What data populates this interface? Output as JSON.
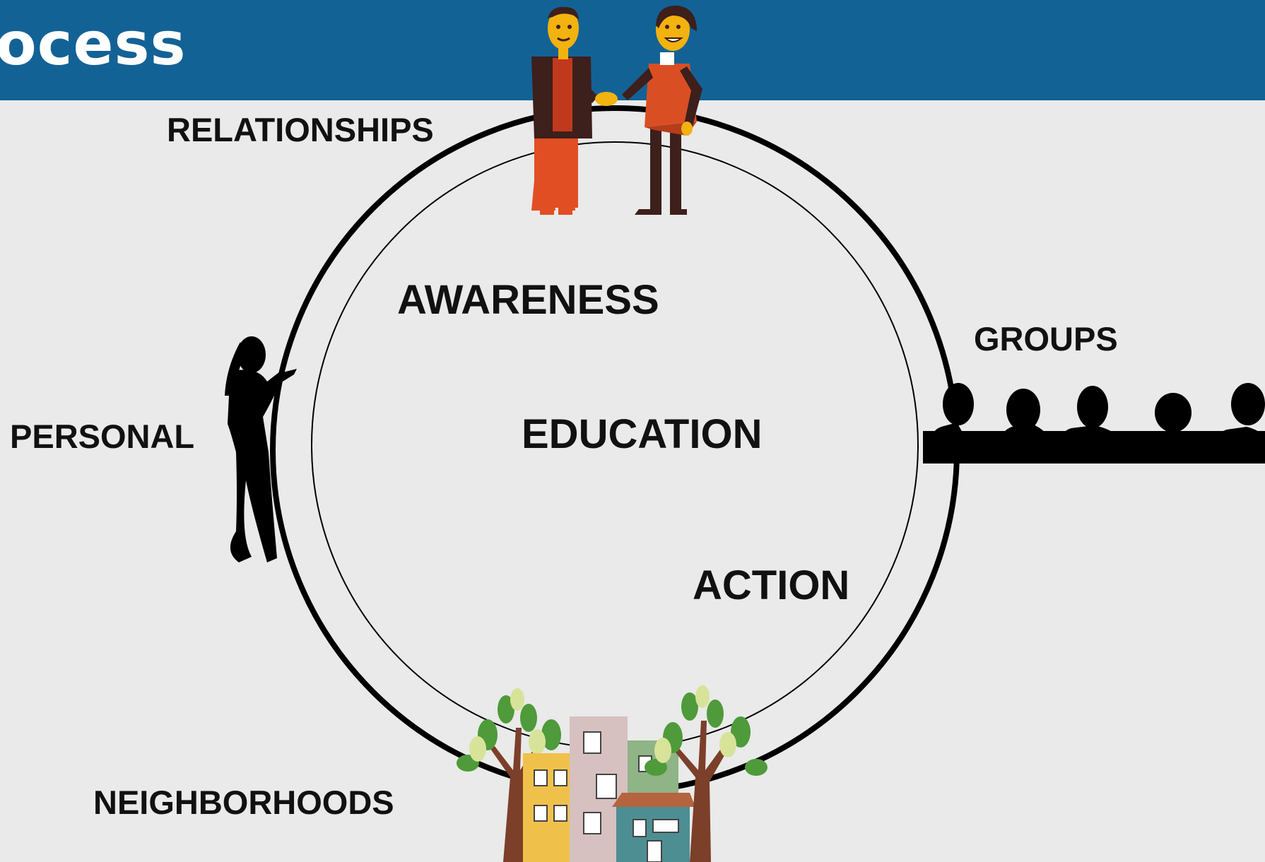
{
  "header": {
    "title": "ocess"
  },
  "diagram": {
    "outer_labels": {
      "relationships": "RELATIONSHIPS",
      "groups": "GROUPS",
      "personal": "PERSONAL",
      "neighborhoods": "NEIGHBORHOODS"
    },
    "inner_labels": {
      "awareness": "AWARENESS",
      "education": "EDUCATION",
      "action": "ACTION"
    },
    "illustrations": [
      "handshake-people-icon",
      "audience-silhouettes-icon",
      "woman-silhouette-icon",
      "houses-trees-icon"
    ]
  },
  "colors": {
    "header": "#136296",
    "background": "#e9eae9",
    "ring": "#000000"
  }
}
